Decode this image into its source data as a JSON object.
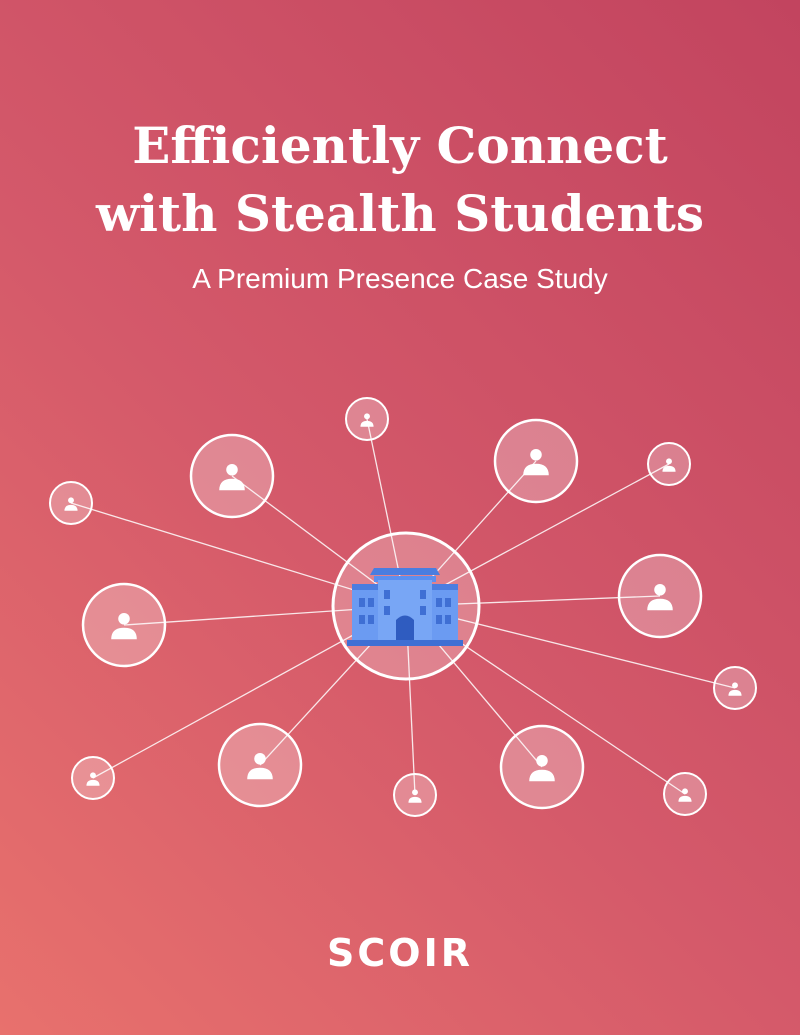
{
  "title": {
    "line1": "Efficiently Connect",
    "line2": "with Stealth Students"
  },
  "subtitle": "A Premium Presence Case Study",
  "brand": {
    "wordmark": "SCOIR"
  },
  "illustration": {
    "center_icon": "school-building-icon",
    "node_icon": "user-icon",
    "colors": {
      "accent": "#ffffff",
      "building": "#5b8ff0",
      "gradient_start": "#e8716d",
      "gradient_end": "#c2445f"
    }
  }
}
